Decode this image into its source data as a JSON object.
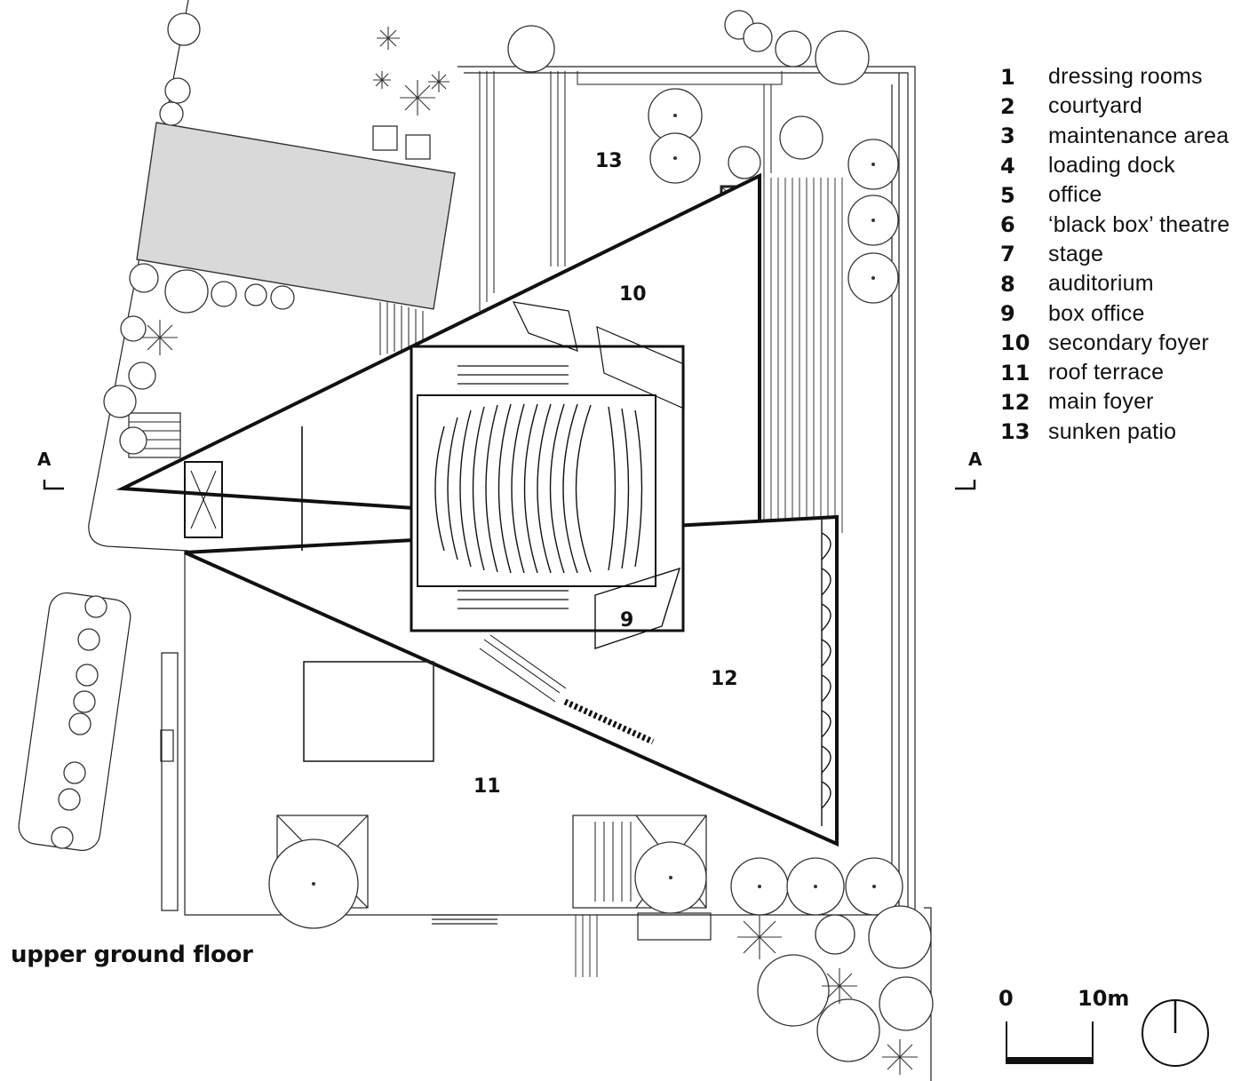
{
  "title": "upper ground floor",
  "legend": [
    {
      "num": "1",
      "text": "dressing rooms"
    },
    {
      "num": "2",
      "text": "courtyard"
    },
    {
      "num": "3",
      "text": "maintenance area"
    },
    {
      "num": "4",
      "text": "loading dock"
    },
    {
      "num": "5",
      "text": "office"
    },
    {
      "num": "6",
      "text": "‘black box’ theatre"
    },
    {
      "num": "7",
      "text": "stage"
    },
    {
      "num": "8",
      "text": "auditorium"
    },
    {
      "num": "9",
      "text": "box office"
    },
    {
      "num": "10",
      "text": "secondary foyer"
    },
    {
      "num": "11",
      "text": "roof terrace"
    },
    {
      "num": "12",
      "text": "main foyer"
    },
    {
      "num": "13",
      "text": "sunken patio"
    }
  ],
  "plan_labels": {
    "r9": "9",
    "r10": "10",
    "r11": "11",
    "r12": "12",
    "r13": "13"
  },
  "section_markers": {
    "left": "A",
    "right": "A"
  },
  "scale_bar": {
    "start": "0",
    "end": "10m"
  }
}
